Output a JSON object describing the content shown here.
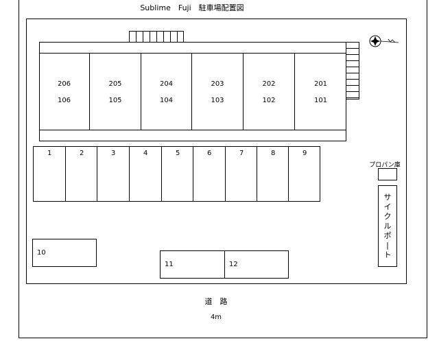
{
  "title": "Sublime　Fuji　駐車場配置図",
  "units": [
    {
      "upper": "206",
      "lower": "106"
    },
    {
      "upper": "205",
      "lower": "105"
    },
    {
      "upper": "204",
      "lower": "104"
    },
    {
      "upper": "203",
      "lower": "103"
    },
    {
      "upper": "202",
      "lower": "102"
    },
    {
      "upper": "201",
      "lower": "101"
    }
  ],
  "parking_slots": [
    "1",
    "2",
    "3",
    "4",
    "5",
    "6",
    "7",
    "8",
    "9"
  ],
  "extra_slots": [
    "10",
    "11",
    "12"
  ],
  "propane_label": "プロパン庫",
  "cycle_port_label": "サイクルポート",
  "road": {
    "label": "道　路",
    "width": "4m"
  }
}
